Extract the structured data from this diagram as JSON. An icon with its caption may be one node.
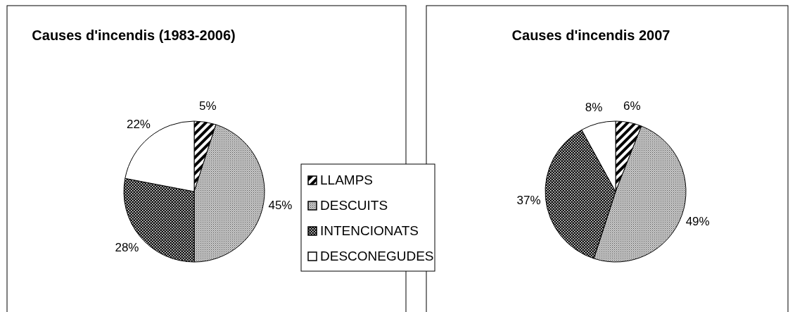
{
  "diagram": {
    "legend": [
      {
        "text": "LLAMPS"
      },
      {
        "text": "DESCUITS"
      },
      {
        "text": "INTENCIONATS"
      },
      {
        "text": "DESCONEGUDES"
      }
    ],
    "chart_data": [
      {
        "type": "pie",
        "title": "Causes d'incendis (1983-2006)",
        "values": [
          5,
          45,
          28,
          22
        ],
        "value_labels": [
          "5%",
          "45%",
          "28%",
          "22%"
        ]
      },
      {
        "type": "pie",
        "title": "Causes d'incendis 2007",
        "values": [
          6,
          49,
          37,
          8
        ],
        "value_labels": [
          "6%",
          "49%",
          "37%",
          "8%"
        ]
      }
    ]
  }
}
